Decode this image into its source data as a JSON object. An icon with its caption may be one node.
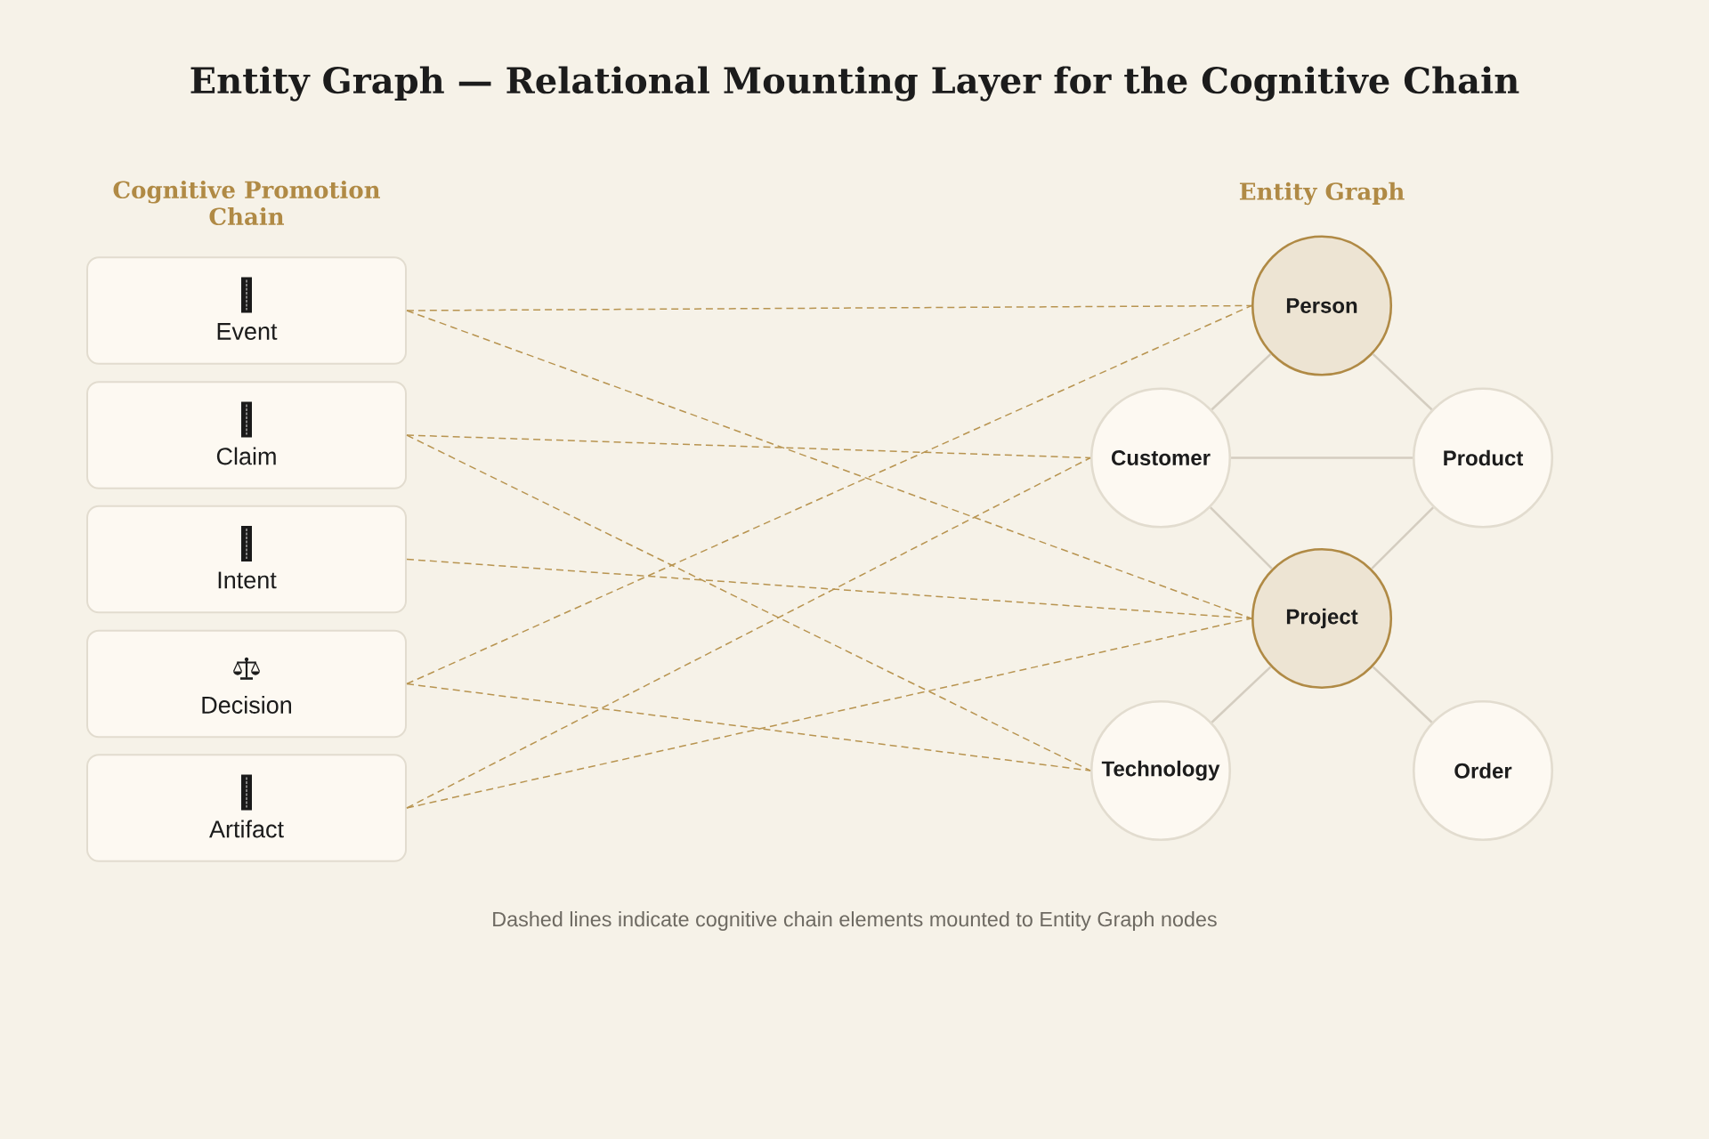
{
  "diagram": {
    "title": "Entity Graph — Relational Mounting Layer for the Cognitive Chain",
    "caption": "Dashed lines indicate cognitive chain elements mounted to Entity Graph nodes",
    "nodes": [
      {
        "text": [
          "Event"
        ]
      },
      {
        "text": [
          "Claim"
        ]
      },
      {
        "text": [
          "Intent"
        ]
      },
      {
        "text": [
          "Decision"
        ]
      },
      {
        "text": [
          "Artifact"
        ]
      },
      {
        "text": [
          "Person"
        ]
      },
      {
        "text": [
          "Customer"
        ]
      },
      {
        "text": [
          "Product"
        ]
      },
      {
        "text": [
          "Project"
        ]
      },
      {
        "text": [
          "Technology"
        ]
      },
      {
        "text": [
          "Order"
        ]
      }
    ],
    "edges": [
      {
        "from": 0,
        "to": 5,
        "arrow": "none",
        "style": "dashed"
      },
      {
        "from": 0,
        "to": 8,
        "arrow": "none",
        "style": "dashed"
      },
      {
        "from": 1,
        "to": 6,
        "arrow": "none",
        "style": "dashed"
      },
      {
        "from": 1,
        "to": 9,
        "arrow": "none",
        "style": "dashed"
      },
      {
        "from": 2,
        "to": 8,
        "arrow": "none",
        "style": "dashed"
      },
      {
        "from": 3,
        "to": 5,
        "arrow": "none",
        "style": "dashed"
      },
      {
        "from": 3,
        "to": 9,
        "arrow": "none",
        "style": "dashed"
      },
      {
        "from": 4,
        "to": 6,
        "arrow": "none",
        "style": "dashed"
      },
      {
        "from": 4,
        "to": 8,
        "arrow": "none",
        "style": "dashed"
      },
      {
        "from": 5,
        "to": 6,
        "arrow": "none",
        "color": "#d4cdc0"
      },
      {
        "from": 5,
        "to": 7,
        "arrow": "none",
        "color": "#d4cdc0"
      },
      {
        "from": 6,
        "to": 7,
        "arrow": "none",
        "color": "#d4cdc0"
      },
      {
        "from": 6,
        "to": 8,
        "arrow": "none",
        "color": "#d4cdc0"
      },
      {
        "from": 7,
        "to": 8,
        "arrow": "none",
        "color": "#d4cdc0"
      },
      {
        "from": 8,
        "to": 9,
        "arrow": "none",
        "color": "#d4cdc0"
      },
      {
        "from": 8,
        "to": 10,
        "arrow": "none",
        "color": "#d4cdc0"
      }
    ],
    "labels": [
      "Cognitive Promotion Chain",
      "Entity Graph"
    ]
  }
}
